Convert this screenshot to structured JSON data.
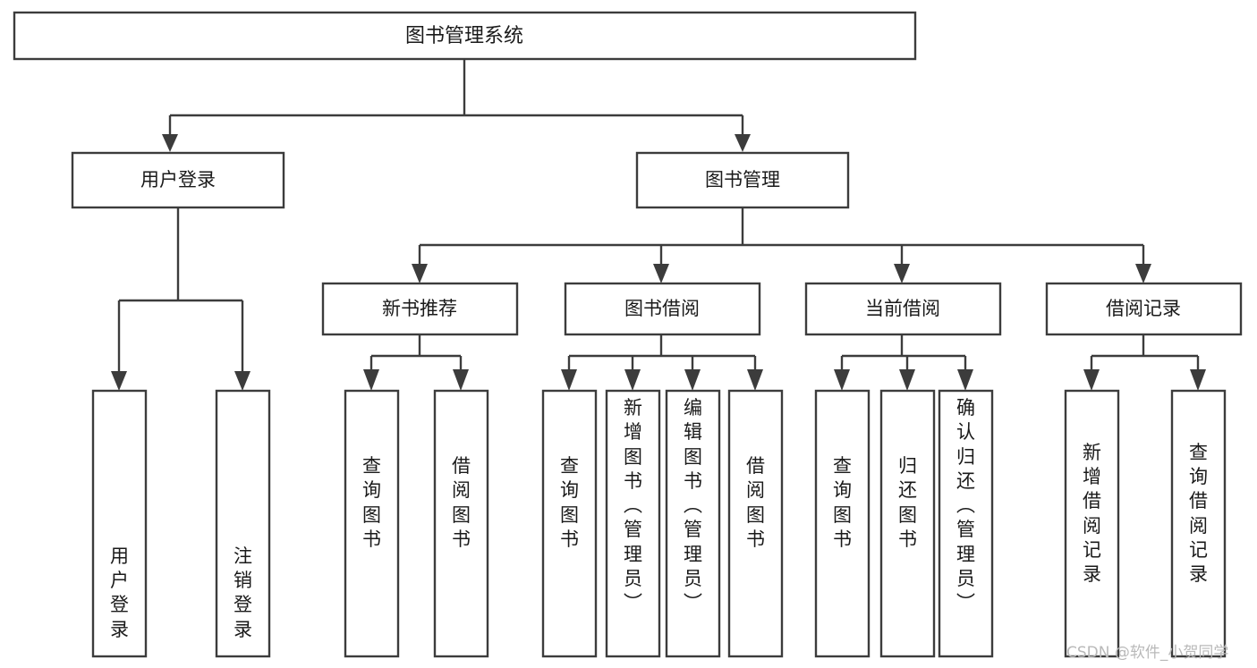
{
  "diagram": {
    "type": "tree-hierarchy-chart",
    "title_node": {
      "label": "图书管理系统"
    },
    "level2": [
      {
        "id": "user-login",
        "label": "用户登录"
      },
      {
        "id": "book-management",
        "label": "图书管理"
      }
    ],
    "level3": [
      {
        "id": "new-book-recommend",
        "label": "新书推荐"
      },
      {
        "id": "book-borrow",
        "label": "图书借阅"
      },
      {
        "id": "current-borrow",
        "label": "当前借阅"
      },
      {
        "id": "borrow-record",
        "label": "借阅记录"
      }
    ],
    "leaves": [
      {
        "id": "leaf-user-login",
        "label": "用户登录",
        "chars": [
          "用",
          "户",
          "登",
          "录"
        ],
        "align": "bottom"
      },
      {
        "id": "leaf-logout-login",
        "label": "注销登录",
        "chars": [
          "注",
          "销",
          "登",
          "录"
        ],
        "align": "bottom"
      },
      {
        "id": "leaf-query-book-1",
        "label": "查询图书",
        "chars": [
          "查",
          "询",
          "图",
          "书"
        ],
        "align": "center"
      },
      {
        "id": "leaf-borrow-book-1",
        "label": "借阅图书",
        "chars": [
          "借",
          "阅",
          "图",
          "书"
        ],
        "align": "center"
      },
      {
        "id": "leaf-query-book-2",
        "label": "查询图书",
        "chars": [
          "查",
          "询",
          "图",
          "书"
        ],
        "align": "center"
      },
      {
        "id": "leaf-add-book-admin",
        "label": "新增图书（管理员）",
        "chars": [
          "新",
          "增",
          "图",
          "书",
          "（",
          "管",
          "理",
          "员",
          "）"
        ],
        "align": "top"
      },
      {
        "id": "leaf-edit-book-admin",
        "label": "编辑图书（管理员）",
        "chars": [
          "编",
          "辑",
          "图",
          "书",
          "（",
          "管",
          "理",
          "员",
          "）"
        ],
        "align": "top"
      },
      {
        "id": "leaf-borrow-book-2",
        "label": "借阅图书",
        "chars": [
          "借",
          "阅",
          "图",
          "书"
        ],
        "align": "center"
      },
      {
        "id": "leaf-query-book-3",
        "label": "查询图书",
        "chars": [
          "查",
          "询",
          "图",
          "书"
        ],
        "align": "center"
      },
      {
        "id": "leaf-return-book",
        "label": "归还图书",
        "chars": [
          "归",
          "还",
          "图",
          "书"
        ],
        "align": "center"
      },
      {
        "id": "leaf-confirm-return-admin",
        "label": "确认归还（管理员）",
        "chars": [
          "确",
          "认",
          "归",
          "还",
          "（",
          "管",
          "理",
          "员",
          "）"
        ],
        "align": "top"
      },
      {
        "id": "leaf-add-borrow-record",
        "label": "新增借阅记录",
        "chars": [
          "新",
          "增",
          "借",
          "阅",
          "记",
          "录"
        ],
        "align": "center"
      },
      {
        "id": "leaf-query-borrow-record",
        "label": "查询借阅记录",
        "chars": [
          "查",
          "询",
          "借",
          "阅",
          "记",
          "录"
        ],
        "align": "center"
      }
    ],
    "colors": {
      "stroke": "#3c3c3c",
      "fill": "#ffffff",
      "text": "#1a1a1a",
      "watermark": "#b9b9b9"
    }
  },
  "watermark": {
    "text": "CSDN @软件_小贺同学"
  }
}
